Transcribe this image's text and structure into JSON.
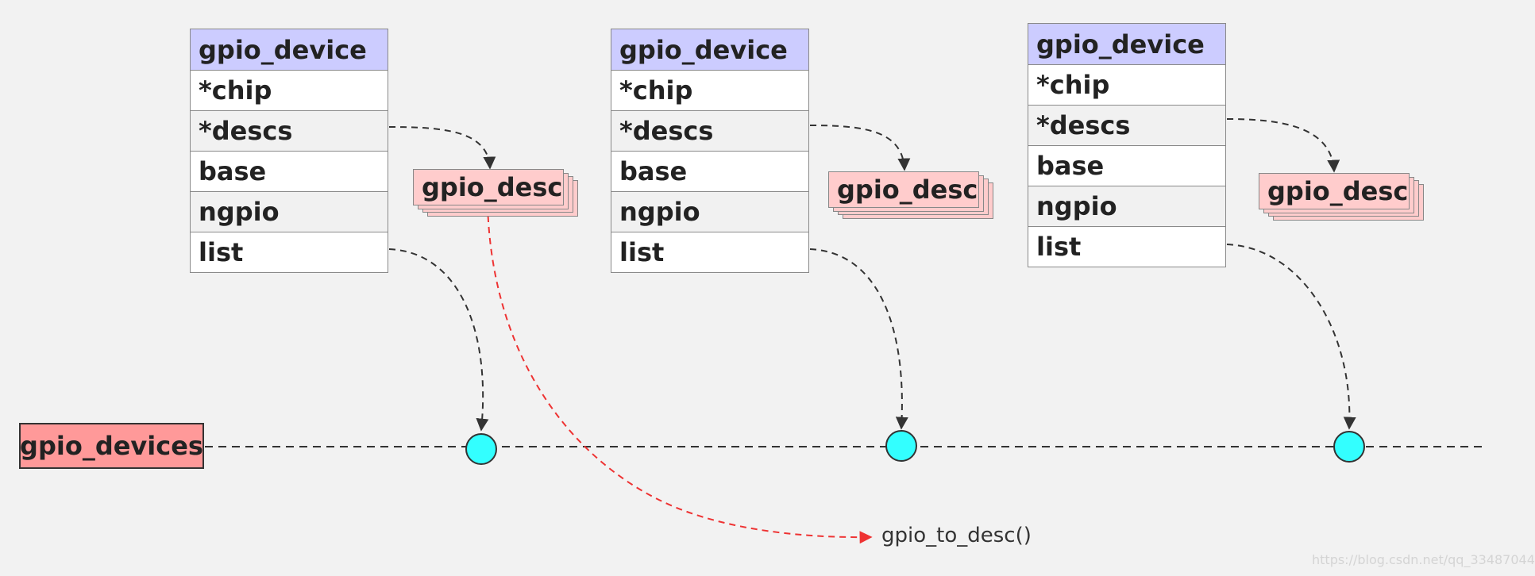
{
  "devices": [
    {
      "title": "gpio_device",
      "fields": [
        "*chip",
        "*descs",
        "base",
        "ngpio",
        "list"
      ],
      "desc_label": "gpio_desc"
    },
    {
      "title": "gpio_device",
      "fields": [
        "*chip",
        "*descs",
        "base",
        "ngpio",
        "list"
      ],
      "desc_label": "gpio_desc"
    },
    {
      "title": "gpio_device",
      "fields": [
        "*chip",
        "*descs",
        "base",
        "ngpio",
        "list"
      ],
      "desc_label": "gpio_desc"
    }
  ],
  "list_head": {
    "label": "gpio_devices"
  },
  "function_label": "gpio_to_desc()",
  "watermark": "https://blog.csdn.net/qq_33487044",
  "colors": {
    "header": "#ccccff",
    "desc": "#ffcccc",
    "list_head": "#ff9999",
    "node": "#33ffff",
    "red_arrow": "#ee3333",
    "dark_arrow": "#333333"
  }
}
